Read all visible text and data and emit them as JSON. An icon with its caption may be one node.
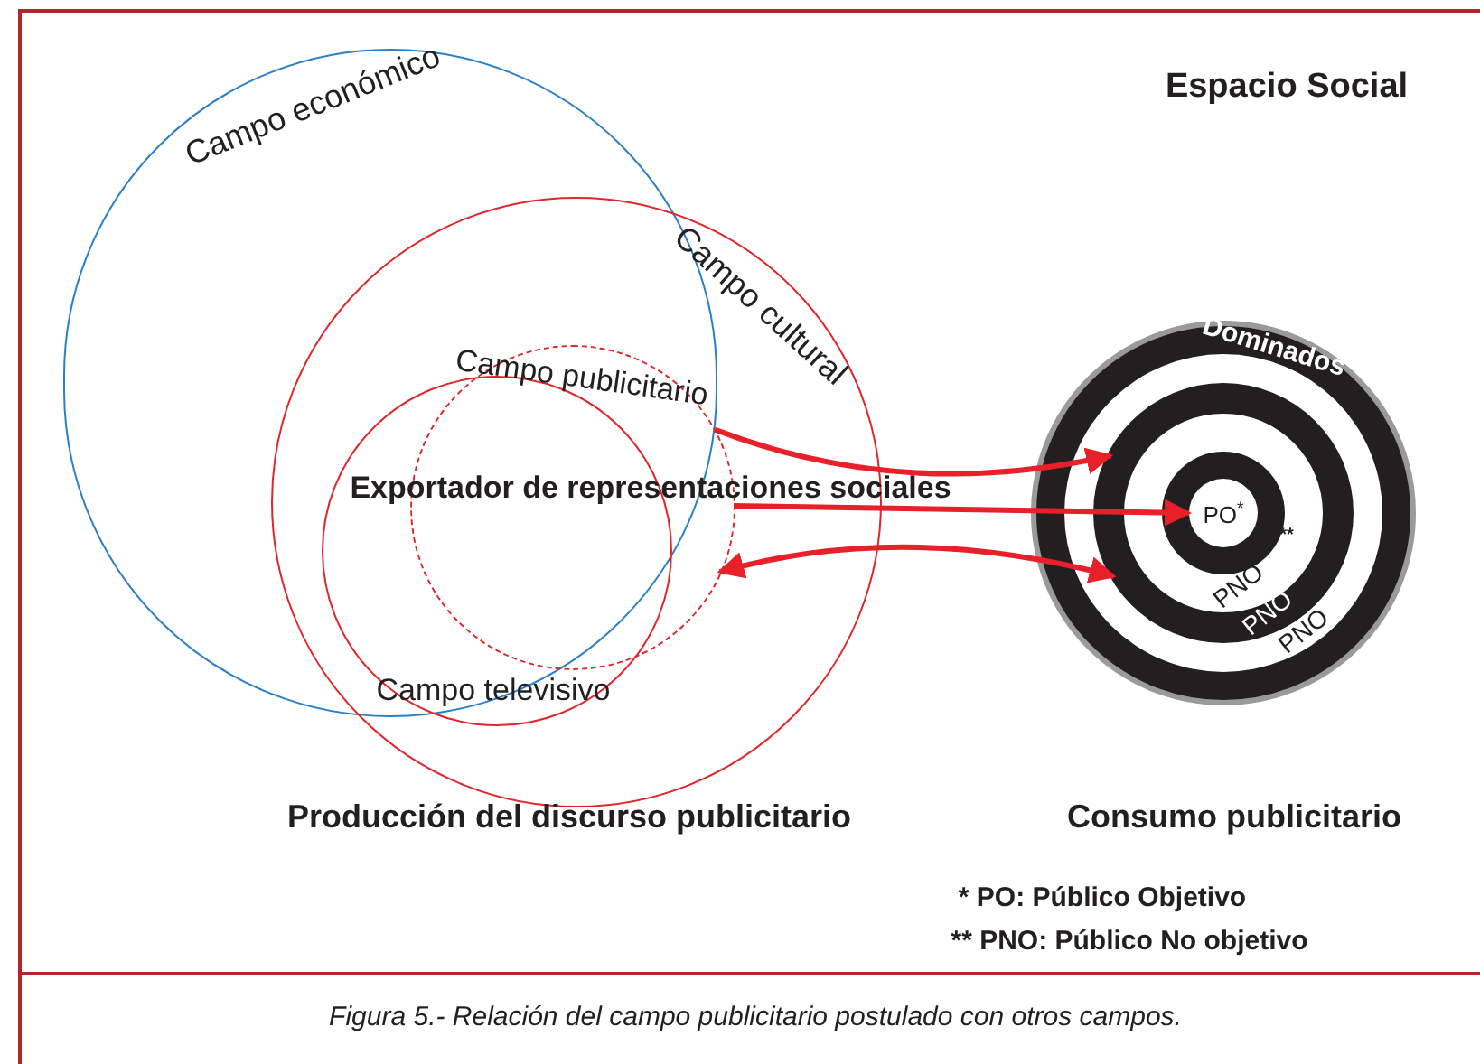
{
  "diagram": {
    "caption": "Figura 5.- Relación del campo publicitario postulado con otros campos.",
    "nodes": [
      {
        "text": [
          "Campo económico"
        ]
      },
      {
        "text": [
          "Campo cultural"
        ]
      },
      {
        "text": [
          "Campo publicitario"
        ],
        "in": 1
      },
      {
        "text": [
          "Campo televisivo"
        ]
      },
      {
        "text": [
          "Dominados",
          "**",
          "PNO",
          "PNO",
          "PNO"
        ]
      },
      {
        "text": [
          "PO$^{*}$"
        ],
        "in": 4
      }
    ],
    "edges": [
      {
        "from": 2,
        "to": 4,
        "arrow": "to"
      },
      {
        "from": 2,
        "to": 5,
        "arrow": "to"
      },
      {
        "from": 2,
        "to": 4,
        "arrow": "both"
      }
    ],
    "labels": [
      "Espacio Social",
      "Exportador de representaciones sociales",
      "Producción del discurso publicitario",
      "Consumo publicitario",
      "* PO: Público Objetivo",
      "** PNO: Público No objetivo"
    ]
  }
}
